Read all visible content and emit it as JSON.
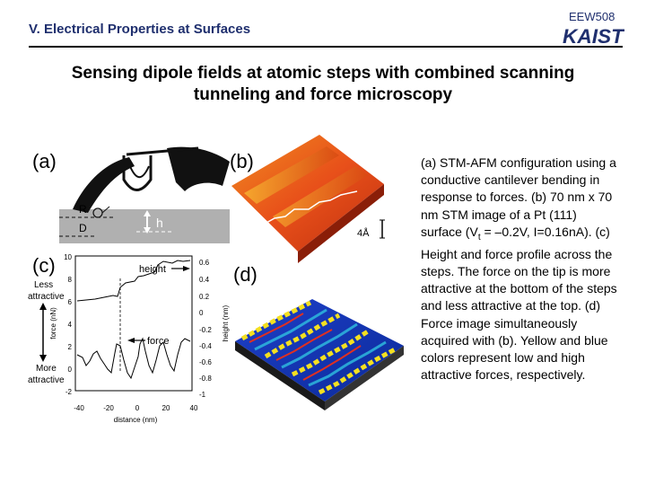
{
  "header": {
    "section_title": "V. Electrical Properties at Surfaces",
    "course_code": "EEW508",
    "logo_text": "KAIST"
  },
  "slide": {
    "title": "Sensing dipole fields at atomic steps with combined scanning\ntunneling and force microscopy"
  },
  "figure": {
    "panel_a": {
      "label": "(a)",
      "r_label": "R",
      "d_label": "D",
      "h_label": "h"
    },
    "panel_b": {
      "label": "(b)",
      "scale_label": "4Å"
    },
    "panel_c": {
      "label": "(c)",
      "left_axis_title": "force (nN)",
      "right_axis_title": "height (nm)",
      "x_axis_title": "distance (nm)",
      "left_ticks": [
        "10",
        "8",
        "6",
        "4",
        "2",
        "0",
        "-2"
      ],
      "right_ticks": [
        "0.6",
        "0.4",
        "0.2",
        "0",
        "-0.2",
        "-0.4",
        "-0.6",
        "-0.8",
        "-1"
      ],
      "x_ticks": [
        "-40",
        "-20",
        "0",
        "20",
        "40"
      ],
      "less_attractive_line1": "Less",
      "less_attractive_line2": "attractive",
      "more_attractive_line1": "More",
      "more_attractive_line2": "attractive",
      "height_curve_label": "height",
      "force_curve_label": "force"
    },
    "panel_d": {
      "label": "(d)"
    }
  },
  "caption": {
    "part1": "(a) STM-AFM configuration using a conductive cantilever bending in response to forces. (b) 70 nm x 70 nm STM image of a Pt (111) surface (V",
    "sub": "t",
    "part2": " = –0.2V, I=0.16nA). (c) Height and force profile across the steps. The force on the tip is more attractive at the bottom of the steps and less attractive at the top. (d) Force image simultaneously acquired with (b). Yellow and blue colors represent low and high attractive forces, respectively."
  },
  "colors": {
    "header_blue": "#1f2f6e",
    "stm_orange": "#e8501a",
    "afm_blue": "#1740c8",
    "afm_yellow": "#f4e020"
  }
}
